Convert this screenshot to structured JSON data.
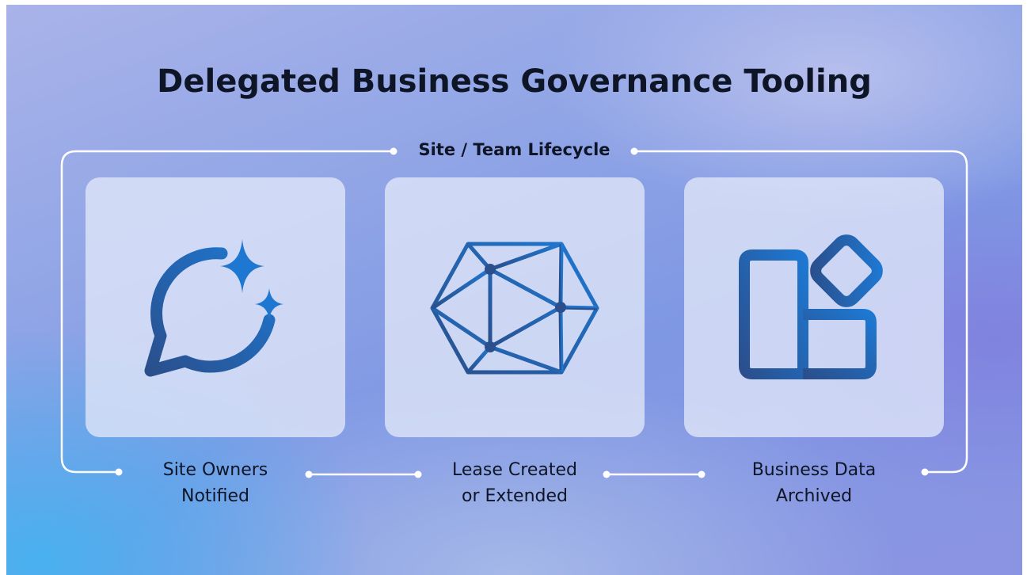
{
  "diagram": {
    "title": "Delegated Business Governance Tooling",
    "cycle_label": "Site / Team Lifecycle",
    "steps": [
      {
        "line1": "Site Owners",
        "line2": "Notified",
        "icon": "chat-sparkle-icon"
      },
      {
        "line1": "Lease Created",
        "line2": "or Extended",
        "icon": "polyhedron-icon"
      },
      {
        "line1": "Business Data",
        "line2": "Archived",
        "icon": "apps-grid-icon"
      }
    ],
    "colors": {
      "icon_dark": "#2a4f8c",
      "icon_light": "#1e78d2",
      "connector": "#ffffff",
      "text": "#0d1526"
    }
  }
}
